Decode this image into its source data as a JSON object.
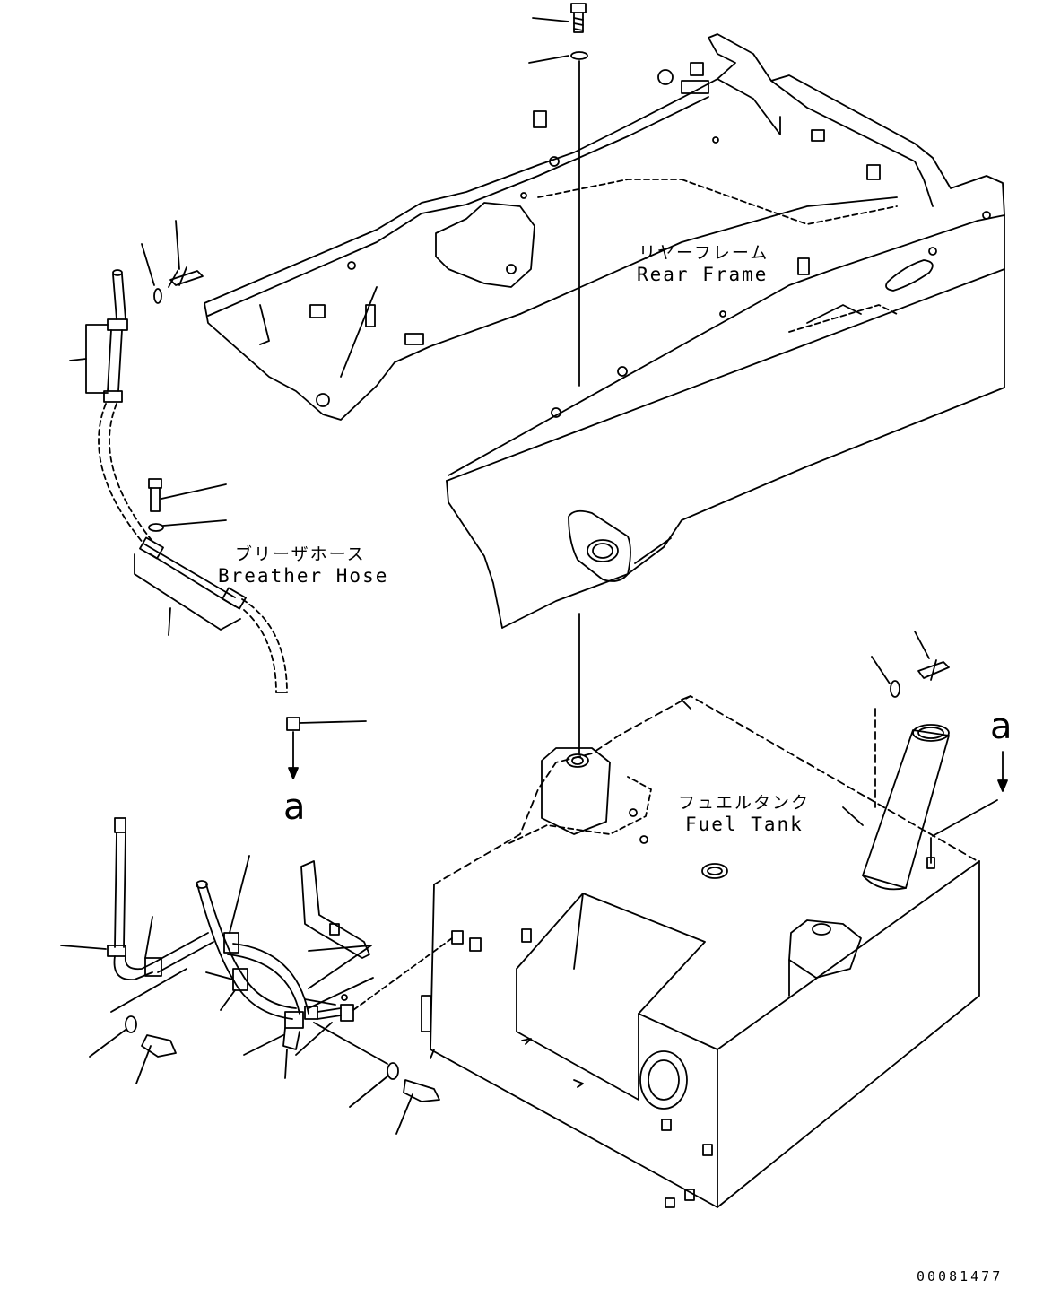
{
  "labels": {
    "rear_frame_jp": "リヤーフレーム",
    "rear_frame_en": "Rear Frame",
    "breather_hose_jp": "ブリーザホース",
    "breather_hose_en": "Breather Hose",
    "fuel_tank_jp": "フュエルタンク",
    "fuel_tank_en": "Fuel Tank",
    "ref_a_left": "a",
    "ref_a_right": "a",
    "drawing_number": "00081477"
  }
}
